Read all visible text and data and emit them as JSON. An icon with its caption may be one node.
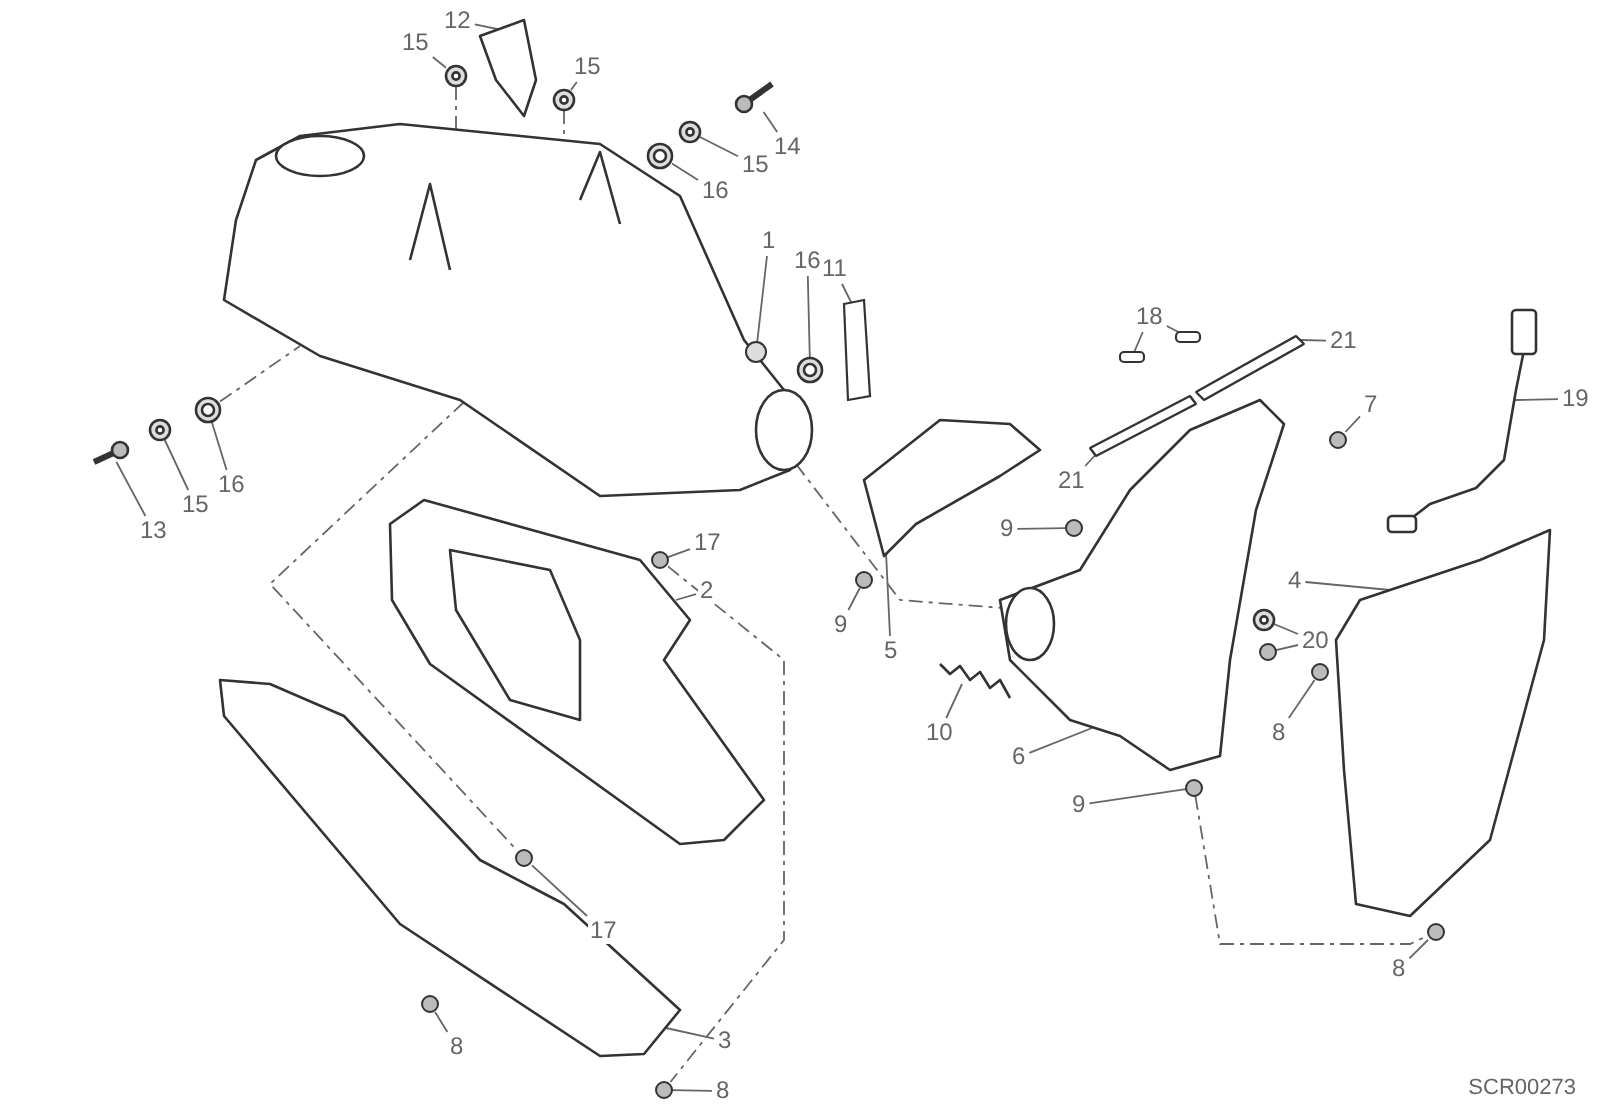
{
  "diagram": {
    "nodes": [
      {
        "text": [
          "12"
        ]
      },
      {
        "text": [
          "15"
        ]
      },
      {
        "text": [
          "15"
        ]
      },
      {
        "text": [
          "14"
        ]
      },
      {
        "text": [
          "15"
        ]
      },
      {
        "text": [
          "16"
        ]
      },
      {
        "text": [
          "1"
        ]
      },
      {
        "text": [
          "16"
        ]
      },
      {
        "text": [
          "11"
        ]
      },
      {
        "text": [
          "18"
        ]
      },
      {
        "text": [
          "21"
        ]
      },
      {
        "text": [
          "7"
        ]
      },
      {
        "text": [
          "19"
        ]
      },
      {
        "text": [
          "13"
        ]
      },
      {
        "text": [
          "15"
        ]
      },
      {
        "text": [
          "16"
        ]
      },
      {
        "text": [
          "21"
        ]
      },
      {
        "text": [
          "9"
        ]
      },
      {
        "text": [
          "17"
        ]
      },
      {
        "text": [
          "2"
        ]
      },
      {
        "text": [
          "9"
        ]
      },
      {
        "text": [
          "5"
        ]
      },
      {
        "text": [
          "4"
        ]
      },
      {
        "text": [
          "20"
        ]
      },
      {
        "text": [
          "8"
        ]
      },
      {
        "text": [
          "10"
        ]
      },
      {
        "text": [
          "6"
        ]
      },
      {
        "text": [
          "9"
        ]
      },
      {
        "text": [
          "17"
        ]
      },
      {
        "text": [
          "8"
        ]
      },
      {
        "text": [
          "3"
        ]
      },
      {
        "text": [
          "8"
        ]
      },
      {
        "text": [
          "8"
        ]
      },
      {
        "text": [],
        "shape": "picture"
      },
      {
        "text": [],
        "shape": "picture"
      },
      {
        "text": [],
        "shape": "picture"
      },
      {
        "text": [],
        "shape": "picture"
      },
      {
        "text": [],
        "shape": "picture"
      },
      {
        "text": [],
        "shape": "picture"
      },
      {
        "text": [],
        "shape": "picture"
      },
      {
        "text": [],
        "shape": "circle"
      },
      {
        "text": [],
        "shape": "picture"
      },
      {
        "text": [],
        "shape": "box"
      },
      {
        "text": [],
        "shape": "box"
      },
      {
        "text": [],
        "shape": "box"
      },
      {
        "text": [],
        "shape": "bar"
      },
      {
        "text": [],
        "shape": "bar"
      },
      {
        "text": [],
        "shape": "circle"
      },
      {
        "text": [],
        "shape": "picture"
      },
      {
        "text": [],
        "shape": "picture"
      },
      {
        "text": [],
        "shape": "picture"
      },
      {
        "text": [],
        "shape": "picture"
      },
      {
        "text": [],
        "shape": "circle"
      },
      {
        "text": [],
        "shape": "circle"
      },
      {
        "text": [],
        "shape": "picture"
      },
      {
        "text": [],
        "shape": "circle"
      },
      {
        "text": [],
        "shape": "picture"
      },
      {
        "text": [],
        "shape": "picture"
      },
      {
        "text": [],
        "shape": "picture"
      },
      {
        "text": [],
        "shape": "circle"
      },
      {
        "text": [],
        "shape": "circle"
      },
      {
        "text": [],
        "shape": "picture"
      },
      {
        "text": [],
        "shape": "picture"
      },
      {
        "text": [],
        "shape": "circle"
      },
      {
        "text": [],
        "shape": "circle"
      },
      {
        "text": [],
        "shape": "circle"
      },
      {
        "text": [],
        "shape": "picture"
      },
      {
        "text": [],
        "shape": "circle"
      },
      {
        "text": [],
        "shape": "circle"
      }
    ],
    "edges": [
      {
        "from": 0,
        "to": 34,
        "arrow": "none"
      },
      {
        "from": 1,
        "to": 35,
        "arrow": "none"
      },
      {
        "from": 2,
        "to": 36,
        "arrow": "none"
      },
      {
        "from": 3,
        "to": 37,
        "arrow": "none"
      },
      {
        "from": 4,
        "to": 38,
        "arrow": "none"
      },
      {
        "from": 5,
        "to": 39,
        "arrow": "none"
      },
      {
        "from": 6,
        "to": 40,
        "arrow": "none"
      },
      {
        "from": 7,
        "to": 41,
        "arrow": "none"
      },
      {
        "from": 8,
        "to": 42,
        "arrow": "none"
      },
      {
        "from": 9,
        "to": 43,
        "arrow": "none"
      },
      {
        "from": 9,
        "to": 44,
        "arrow": "none"
      },
      {
        "from": 10,
        "to": 45,
        "arrow": "none"
      },
      {
        "from": 11,
        "to": 47,
        "arrow": "none"
      },
      {
        "from": 12,
        "to": 48,
        "arrow": "none"
      },
      {
        "from": 13,
        "to": 49,
        "arrow": "none"
      },
      {
        "from": 14,
        "to": 50,
        "arrow": "none"
      },
      {
        "from": 15,
        "to": 51,
        "arrow": "none"
      },
      {
        "from": 16,
        "to": 46,
        "arrow": "none"
      },
      {
        "from": 17,
        "to": 52,
        "arrow": "none"
      },
      {
        "from": 18,
        "to": 53,
        "arrow": "none"
      },
      {
        "from": 19,
        "to": 54,
        "arrow": "none"
      },
      {
        "from": 20,
        "to": 55,
        "arrow": "none"
      },
      {
        "from": 21,
        "to": 56,
        "arrow": "none"
      },
      {
        "from": 22,
        "to": 57,
        "arrow": "none"
      },
      {
        "from": 23,
        "to": 58,
        "arrow": "none"
      },
      {
        "from": 23,
        "to": 59,
        "arrow": "none"
      },
      {
        "from": 24,
        "to": 60,
        "arrow": "none"
      },
      {
        "from": 25,
        "to": 61,
        "arrow": "none"
      },
      {
        "from": 26,
        "to": 62,
        "arrow": "none"
      },
      {
        "from": 27,
        "to": 63,
        "arrow": "none"
      },
      {
        "from": 28,
        "to": 64,
        "arrow": "none"
      },
      {
        "from": 29,
        "to": 65,
        "arrow": "none"
      },
      {
        "from": 30,
        "to": 66,
        "arrow": "none"
      },
      {
        "from": 31,
        "to": 67,
        "arrow": "none"
      },
      {
        "from": 32,
        "to": 68,
        "arrow": "none"
      },
      {
        "from": 35,
        "to": 33,
        "arrow": "none",
        "style": "dashed"
      },
      {
        "from": 36,
        "to": 33,
        "arrow": "none",
        "style": "dashed"
      },
      {
        "from": 51,
        "to": 33,
        "arrow": "none",
        "style": "dashed"
      },
      {
        "from": 33,
        "to": 64,
        "arrow": "none",
        "style": "dashed"
      },
      {
        "from": 53,
        "to": 67,
        "arrow": "none",
        "style": "dashed"
      },
      {
        "from": 33,
        "to": 62,
        "arrow": "none",
        "style": "dashed"
      },
      {
        "from": 63,
        "to": 68,
        "arrow": "none",
        "style": "dashed"
      }
    ],
    "labels": [
      "SCR00273"
    ]
  }
}
